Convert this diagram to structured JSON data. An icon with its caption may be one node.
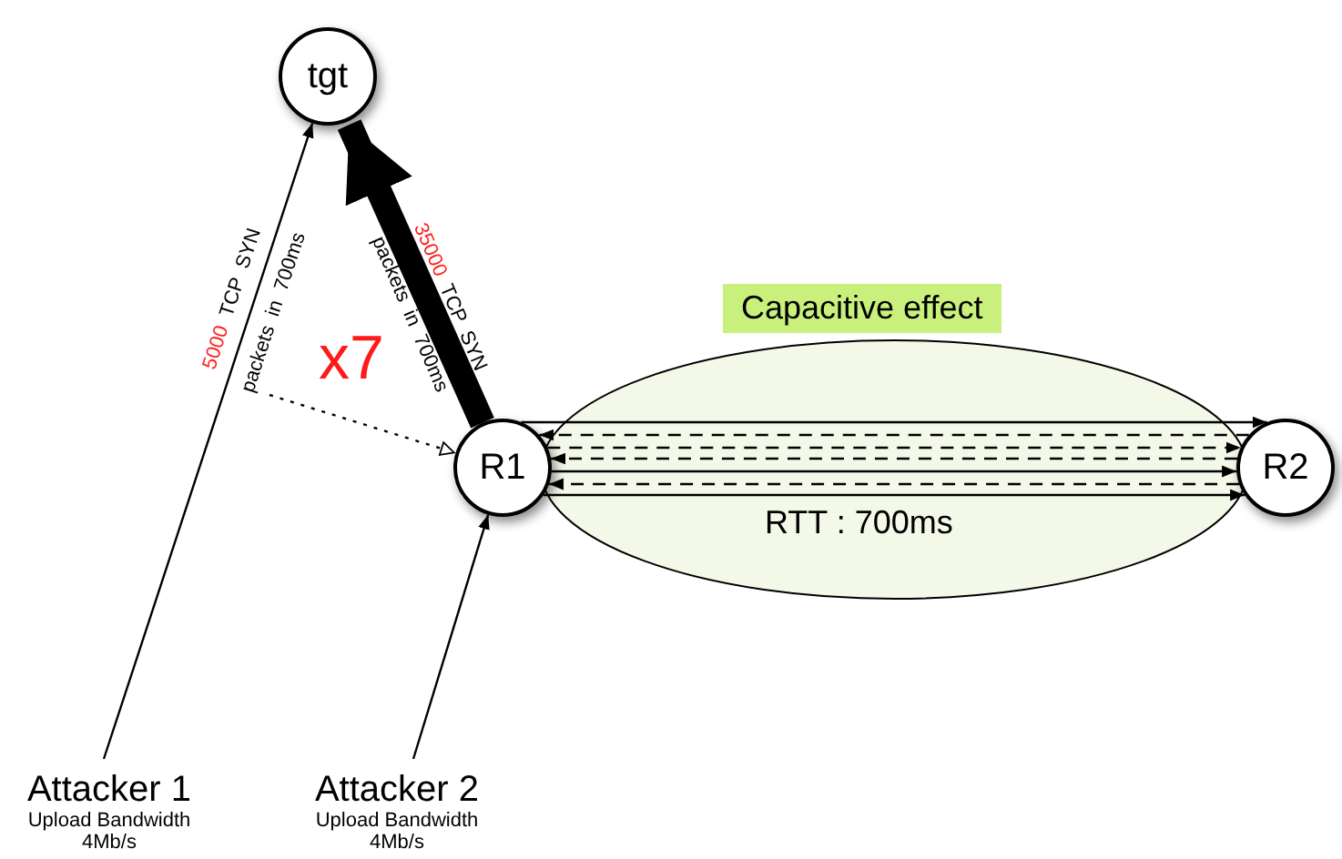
{
  "diagram": {
    "nodes": [
      {
        "text": [
          "tgt"
        ]
      },
      {
        "text": [
          "R1"
        ]
      },
      {
        "text": [
          "R2"
        ]
      },
      {
        "text": [
          "Attacker 1",
          "Upload Bandwidth 4Mb/s"
        ]
      },
      {
        "text": [
          "Attacker 2",
          "Upload Bandwidth 4Mb/s"
        ]
      }
    ],
    "labels": [
      "Capacitive effect",
      "RTT : 700ms"
    ],
    "edges": [
      {
        "from": 3,
        "to": 0,
        "arrow": "to",
        "label": "5000 TCP SYN packets in 700ms"
      },
      {
        "from": 1,
        "to": 0,
        "arrow": "to",
        "style": "thick",
        "label": "35000 TCP SYN packets in 700ms"
      },
      {
        "from": 4,
        "to": 1,
        "arrow": "to"
      },
      {
        "from": null,
        "to": 1,
        "arrow": "to",
        "style": "dashed",
        "label": "x7"
      },
      {
        "from": 1,
        "to": 2,
        "arrow": "to"
      },
      {
        "from": 2,
        "to": 1,
        "arrow": "to",
        "style": "dashed"
      },
      {
        "from": 1,
        "to": 2,
        "arrow": "to",
        "style": "dashed"
      },
      {
        "from": 2,
        "to": 1,
        "arrow": "to",
        "style": "dashed"
      },
      {
        "from": 1,
        "to": 2,
        "arrow": "to"
      },
      {
        "from": 2,
        "to": 1,
        "arrow": "to",
        "style": "dashed"
      },
      {
        "from": 1,
        "to": 2,
        "arrow": "to"
      }
    ]
  }
}
